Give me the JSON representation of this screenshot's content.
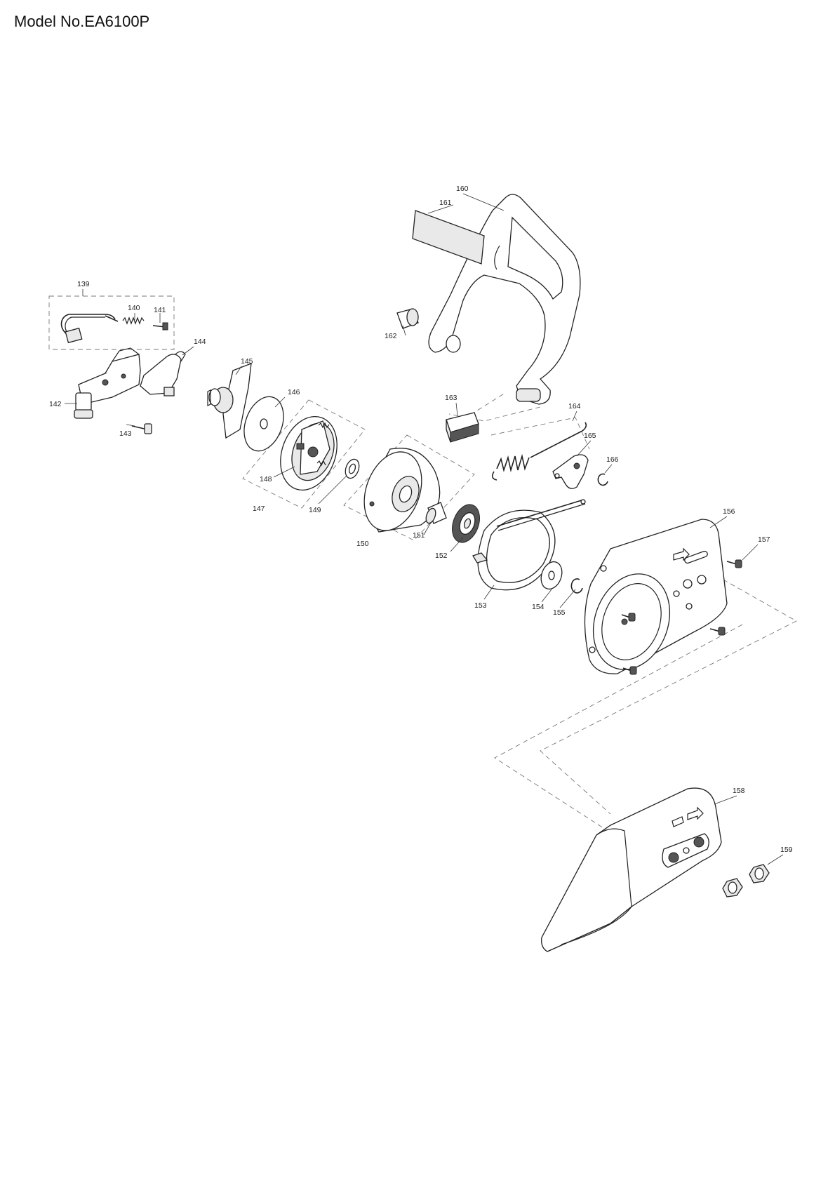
{
  "header": {
    "model": "Model No.EA6100P"
  },
  "parts": [
    {
      "id": "139",
      "label": "139"
    },
    {
      "id": "140",
      "label": "140"
    },
    {
      "id": "141",
      "label": "141"
    },
    {
      "id": "142",
      "label": "142"
    },
    {
      "id": "143",
      "label": "143"
    },
    {
      "id": "144",
      "label": "144"
    },
    {
      "id": "145",
      "label": "145"
    },
    {
      "id": "146",
      "label": "146"
    },
    {
      "id": "147",
      "label": "147"
    },
    {
      "id": "148",
      "label": "148"
    },
    {
      "id": "149",
      "label": "149"
    },
    {
      "id": "150",
      "label": "150"
    },
    {
      "id": "151",
      "label": "151"
    },
    {
      "id": "152",
      "label": "152"
    },
    {
      "id": "153",
      "label": "153"
    },
    {
      "id": "154",
      "label": "154"
    },
    {
      "id": "155",
      "label": "155"
    },
    {
      "id": "156",
      "label": "156"
    },
    {
      "id": "157",
      "label": "157"
    },
    {
      "id": "158",
      "label": "158"
    },
    {
      "id": "159",
      "label": "159"
    },
    {
      "id": "160",
      "label": "160"
    },
    {
      "id": "161",
      "label": "161"
    },
    {
      "id": "162",
      "label": "162"
    },
    {
      "id": "163",
      "label": "163"
    },
    {
      "id": "164",
      "label": "164"
    },
    {
      "id": "165",
      "label": "165"
    },
    {
      "id": "166",
      "label": "166"
    }
  ]
}
